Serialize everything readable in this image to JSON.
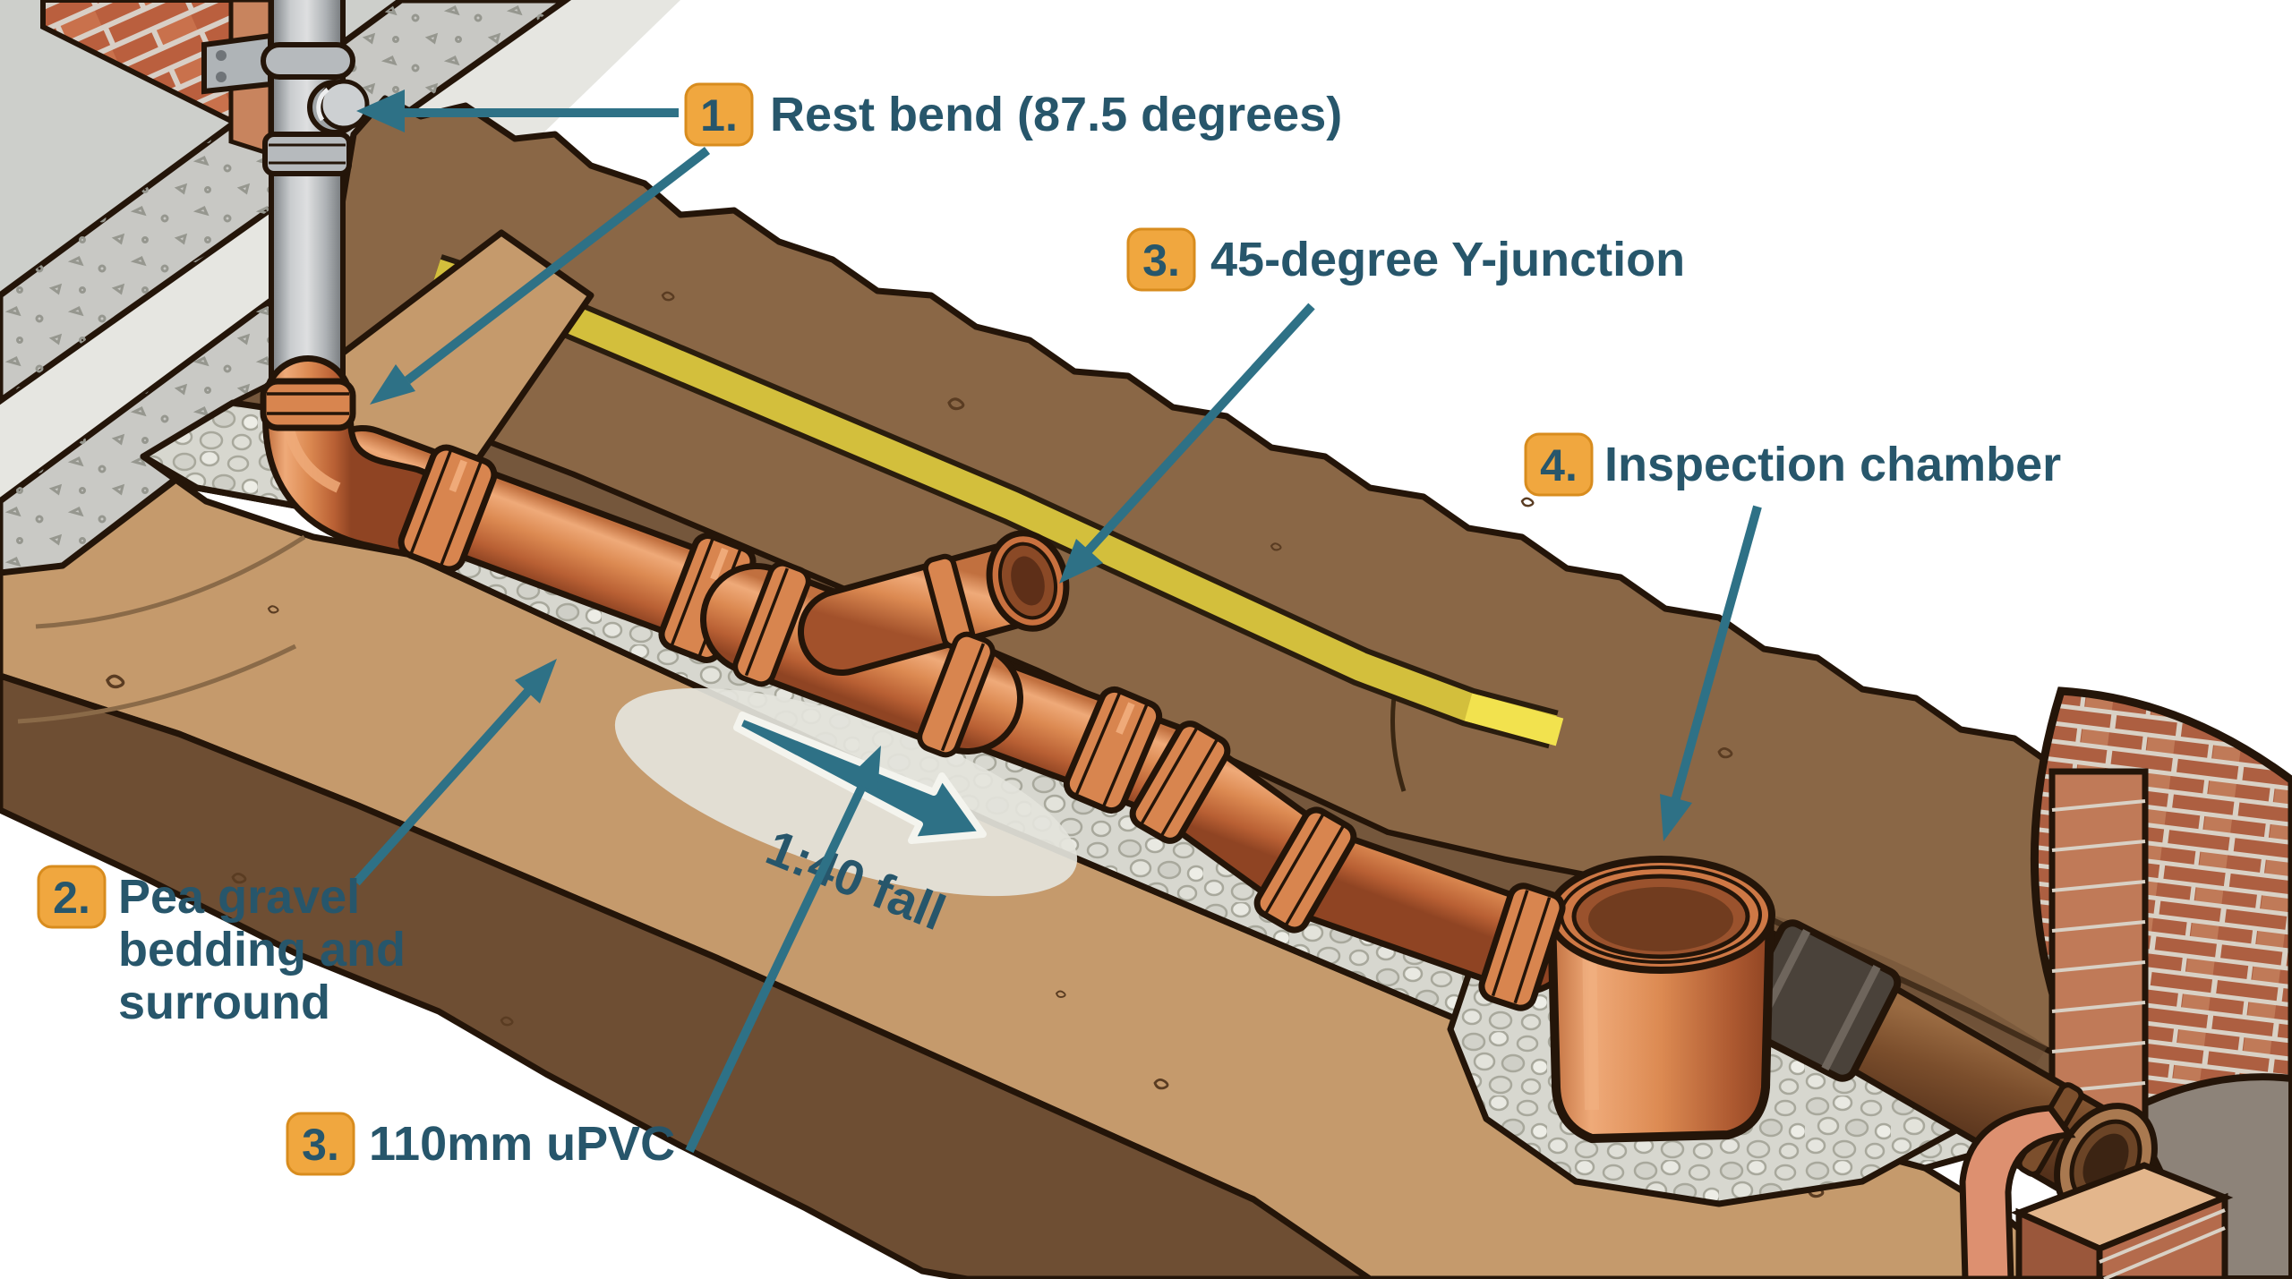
{
  "diagram": {
    "subject": "Underground drainage pipe installation cutaway",
    "fall_label": "1:40 fall",
    "callouts": [
      {
        "number": "1.",
        "text": "Rest bend (87.5 degrees)"
      },
      {
        "number": "2.",
        "line1": "Pea gravel",
        "line2": "bedding and",
        "line3": "surround"
      },
      {
        "number": "3.",
        "text": "45-degree Y-junction"
      },
      {
        "number": "4.",
        "text": "Inspection chamber"
      },
      {
        "number": "3.",
        "text": "110mm uPVC"
      }
    ],
    "colors": {
      "accent_teal": "#2E7186",
      "label_text": "#27566B",
      "badge_orange": "#F0A73F",
      "pipe_orange": "#DC8A52",
      "gravel_grey": "#D7D7CF",
      "soil_dark_brown": "#8A6746",
      "soil_tan": "#C59A6C",
      "warning_tape_yellow": "#D6C23E",
      "outline": "#241509"
    }
  }
}
